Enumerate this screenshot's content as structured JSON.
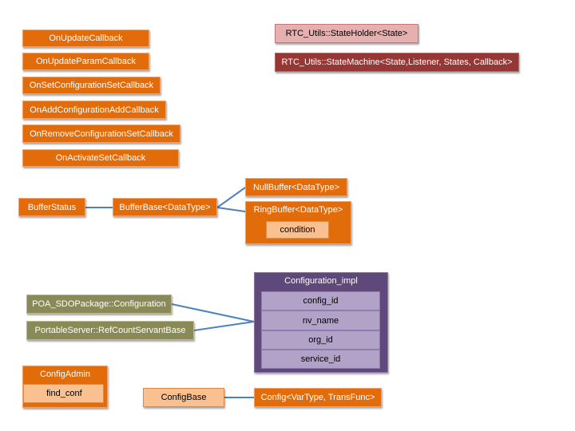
{
  "callbacks": [
    "OnUpdateCallback",
    "OnUpdateParamCallback",
    "OnSetConfigurationSetCallback",
    "OnAddConfigurationAddCallback",
    "OnRemoveConfigurationSetCallback",
    "OnActivateSetCallback"
  ],
  "rtc_utils": {
    "state_holder": "RTC_Utils::StateHolder<State>",
    "state_machine": "RTC_Utils::StateMachine<State,Listener, States, Callback>"
  },
  "buffers": {
    "status": "BufferStatus",
    "base": "BufferBase<DataType>",
    "null_buffer": "NullBuffer<DataType>",
    "ring_buffer": "RingBuffer<DataType>",
    "ring_condition": "condition"
  },
  "configuration": {
    "poa": "POA_SDOPackage::Configuration",
    "refcount": "PortableServer::RefCountServantBase",
    "impl_title": "Configuration_impl",
    "impl_fields": [
      "config_id",
      "nv_name",
      "org_id",
      "service_id"
    ]
  },
  "config_admin": {
    "title": "ConfigAdmin",
    "member": "find_conf"
  },
  "config": {
    "base": "ConfigBase",
    "template": "Config<VarType, TransFunc>"
  },
  "colors": {
    "orange": "#e36c0a",
    "peach": "#fac08f",
    "pink": "#e6b0b0",
    "maroon": "#953735",
    "olive": "#898a57",
    "purple": "#5f497a",
    "lavender": "#b3a2c7",
    "connector": "#4f81bd"
  }
}
